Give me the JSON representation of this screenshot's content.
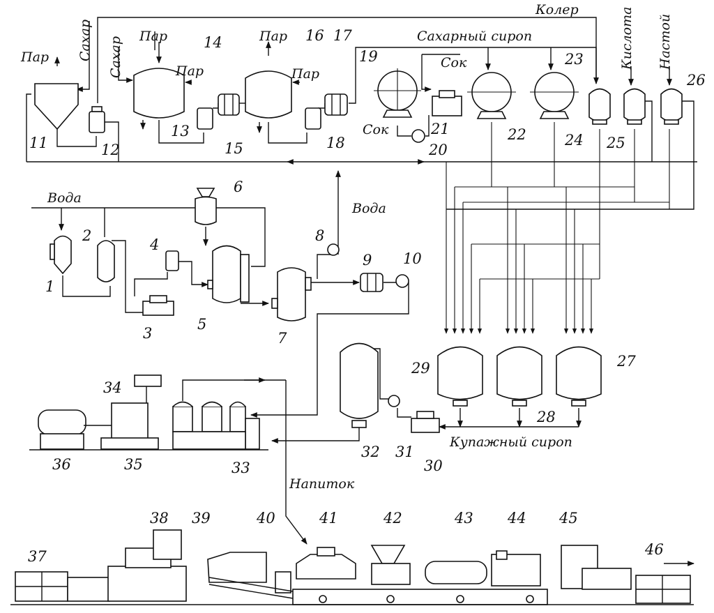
{
  "labels": {
    "par": "Пар",
    "sakhar": "Сахар",
    "koler": "Колер",
    "sakharnyy_sirop": "Сахарный сироп",
    "sok": "Сок",
    "kislota": "Кислота",
    "nastoy": "Настой",
    "voda": "Вода",
    "kupazhnyy_sirop": "Купажный сироп",
    "napitok": "Напиток"
  },
  "numbers": [
    "1",
    "2",
    "3",
    "4",
    "5",
    "6",
    "7",
    "8",
    "9",
    "10",
    "11",
    "12",
    "13",
    "14",
    "15",
    "16",
    "17",
    "18",
    "19",
    "20",
    "21",
    "22",
    "23",
    "24",
    "25",
    "26",
    "27",
    "28",
    "29",
    "30",
    "31",
    "32",
    "33",
    "34",
    "35",
    "36",
    "37",
    "38",
    "39",
    "40",
    "41",
    "42",
    "43",
    "44",
    "45",
    "46"
  ]
}
